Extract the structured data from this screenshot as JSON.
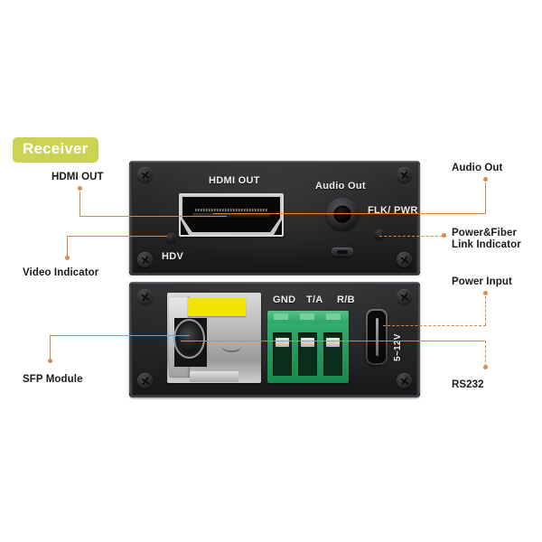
{
  "badge": {
    "label": "Receiver"
  },
  "callouts": {
    "left": [
      {
        "id": "hdmi-out",
        "label": "HDMI OUT"
      },
      {
        "id": "video-indicator",
        "label": "Video Indicator"
      },
      {
        "id": "sfp-module",
        "label": "SFP Module"
      }
    ],
    "right": [
      {
        "id": "audio-out",
        "label": "Audio Out"
      },
      {
        "id": "power-fiber",
        "label": "Power&Fiber\nLink Indicator"
      },
      {
        "id": "power-input",
        "label": "Power Input"
      },
      {
        "id": "rs232",
        "label": "RS232"
      }
    ]
  },
  "device": {
    "top_panel": {
      "silkscreen": {
        "hdmi_out": "HDMI OUT",
        "audio_out": "Audio Out",
        "flk_pwr": "FLK/\nPWR",
        "hdv": "HDV"
      }
    },
    "bottom_panel": {
      "silkscreen": {
        "gnd": "GND",
        "ta": "T/A",
        "rb": "R/B",
        "voltage": "5~12V"
      }
    }
  },
  "colors": {
    "badge_bg": "#ccd353",
    "badge_text": "#ffffff",
    "callout_line": "#d9883f",
    "callout_dot": "#e08a4a",
    "label_text": "#1a1a1a",
    "chassis": "#2b2b2d",
    "terminal_green": "#23a35f",
    "sfp_label_yellow": "#f2e500",
    "page_bg": "#ffffff"
  }
}
